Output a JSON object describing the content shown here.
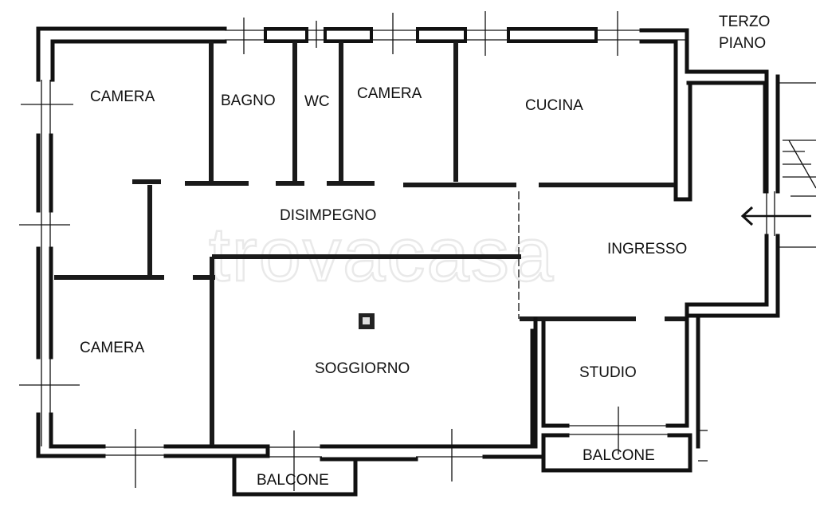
{
  "plan": {
    "floor_label_line1": "TERZO",
    "floor_label_line2": "PIANO",
    "watermark": "trovacasa",
    "rooms": {
      "camera_top_left": "CAMERA",
      "bagno": "BAGNO",
      "wc": "WC",
      "camera_top_middle": "CAMERA",
      "cucina": "CUCINA",
      "disimpegno": "DISIMPEGNO",
      "ingresso": "INGRESSO",
      "camera_bottom_left": "CAMERA",
      "soggiorno": "SOGGIORNO",
      "studio": "STUDIO",
      "balcone_bottom": "BALCONE",
      "balcone_right": "BALCONE"
    },
    "entrance_arrow": "arrow-left-icon",
    "colors": {
      "wall": "#111111",
      "background": "#ffffff",
      "watermark": "#e9e9e9"
    }
  }
}
